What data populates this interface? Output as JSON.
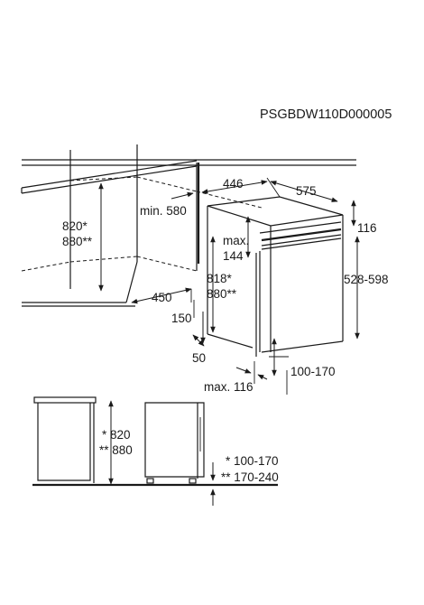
{
  "document_code": "PSGBDW110D000005",
  "dimensions": {
    "cabinet_height_line1": "820*",
    "cabinet_height_line2": "880**",
    "min_depth": "min. 580",
    "width_446": "446",
    "depth_575": "575",
    "offset_116": "116",
    "max_line1": "max.",
    "max_line2": "144",
    "height_518": "818*",
    "height_880": "880**",
    "height_range": "528-598",
    "width_450": "450",
    "dim_150": "150",
    "dim_50": "50",
    "plinth_range": "100-170",
    "max_116": "max. 116"
  },
  "legend": {
    "height_line1": "* 820",
    "height_line2": "** 880",
    "plinth_line1": "* 100-170",
    "plinth_line2": "** 170-240"
  }
}
